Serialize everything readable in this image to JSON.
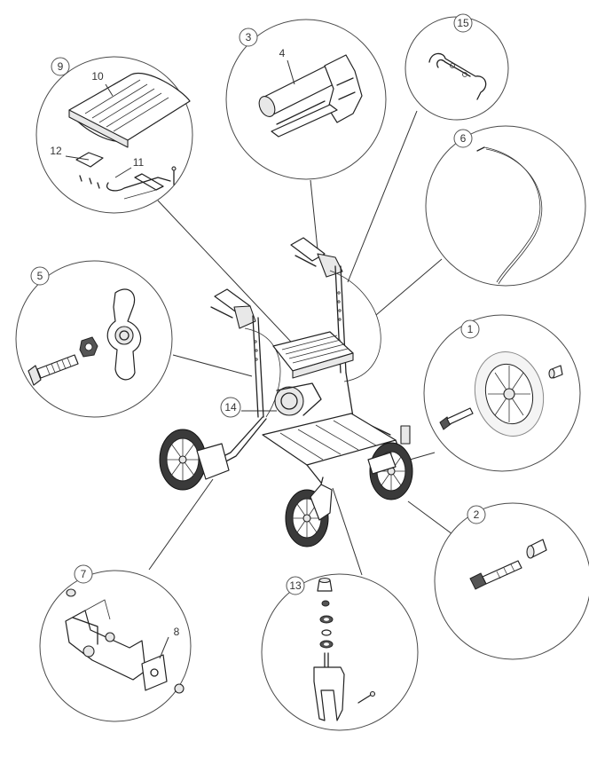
{
  "diagram": {
    "callouts": [
      {
        "id": "c9",
        "number": "9",
        "part_labels": [
          "10",
          "11",
          "12"
        ]
      },
      {
        "id": "c3",
        "number": "3",
        "part_labels": [
          "4"
        ]
      },
      {
        "id": "c15",
        "number": "15",
        "part_labels": []
      },
      {
        "id": "c6",
        "number": "6",
        "part_labels": []
      },
      {
        "id": "c5",
        "number": "5",
        "part_labels": []
      },
      {
        "id": "c1",
        "number": "1",
        "part_labels": []
      },
      {
        "id": "c14",
        "number": "14",
        "part_labels": []
      },
      {
        "id": "c2",
        "number": "2",
        "part_labels": []
      },
      {
        "id": "c7",
        "number": "7",
        "part_labels": [
          "8"
        ]
      },
      {
        "id": "c13",
        "number": "13",
        "part_labels": []
      }
    ],
    "colors": {
      "line": "#222222",
      "tire": "#3a3a3a",
      "circle_stroke": "#4a4a4a"
    }
  }
}
